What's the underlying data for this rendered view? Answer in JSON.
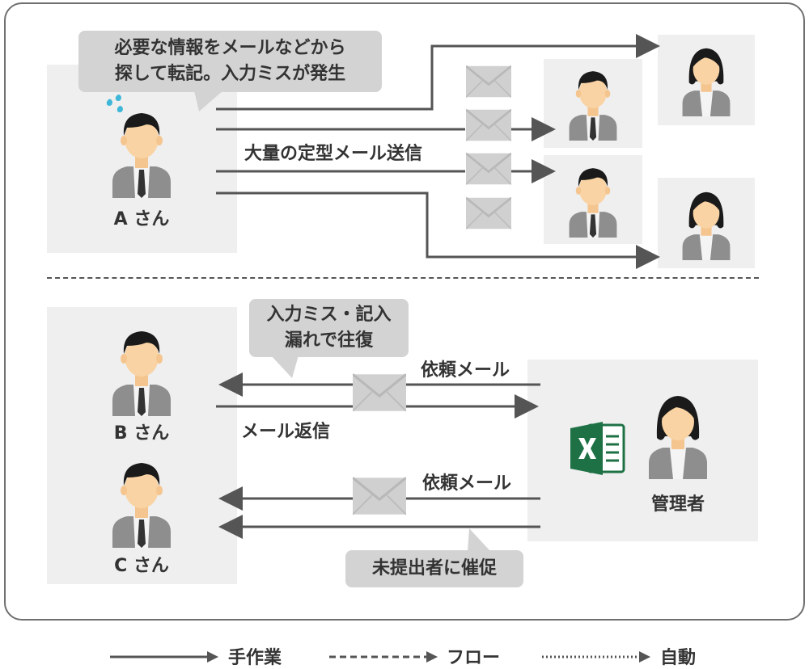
{
  "top": {
    "bubble_line1": "必要な情報をメールなどから",
    "bubble_line2": "探して転記。入力ミスが発生",
    "person_a_label": "A さん",
    "mass_mail_label": "大量の定型メール送信"
  },
  "bottom": {
    "bubble_line1": "入力ミス・記入",
    "bubble_line2": "漏れで往復",
    "request_mail_label_1": "依頼メール",
    "reply_mail_label": "メール返信",
    "request_mail_label_2": "依頼メール",
    "reminder_label": "未提出者に催促",
    "person_b_label": "B さん",
    "person_c_label": "C さん",
    "manager_label": "管理者"
  },
  "legend": {
    "manual": "手作業",
    "flow": "フロー",
    "auto": "自動"
  },
  "icons": {
    "mail": "mail-envelope-icon",
    "sweat": "sweat-drop-icon",
    "excel": "excel-icon"
  },
  "colors": {
    "frame": "#6f6f6f",
    "panel": "#efefef",
    "arrow": "#555555",
    "excel_green": "#1e7145",
    "suit": "#8a8a8a",
    "skin": "#f9d3a3",
    "hair": "#1a1a1a",
    "sweat": "#3fb7d9"
  }
}
